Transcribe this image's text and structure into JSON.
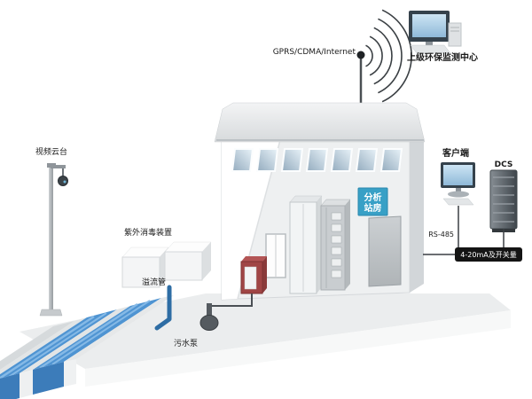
{
  "labels": {
    "monitoring_center": "上级环保监测中心",
    "network": "GPRS/CDMA/Internet",
    "client": "客户端",
    "dcs": "DCS",
    "rs485": "RS-485",
    "analog_signal": "4-20mA及开关量",
    "station_sign_line1": "分析",
    "station_sign_line2": "站房",
    "video_platform": "视频云台",
    "uv_disinfection": "紫外消毒装置",
    "overflow_pipe": "溢流管",
    "sewage_pump": "污水泵"
  },
  "colors": {
    "water_top": "#4f94d2",
    "water_front": "#3c7cba",
    "sign_blue": "#38a0c6",
    "bar_black": "#141414",
    "cabinet_red": "#a04545"
  }
}
